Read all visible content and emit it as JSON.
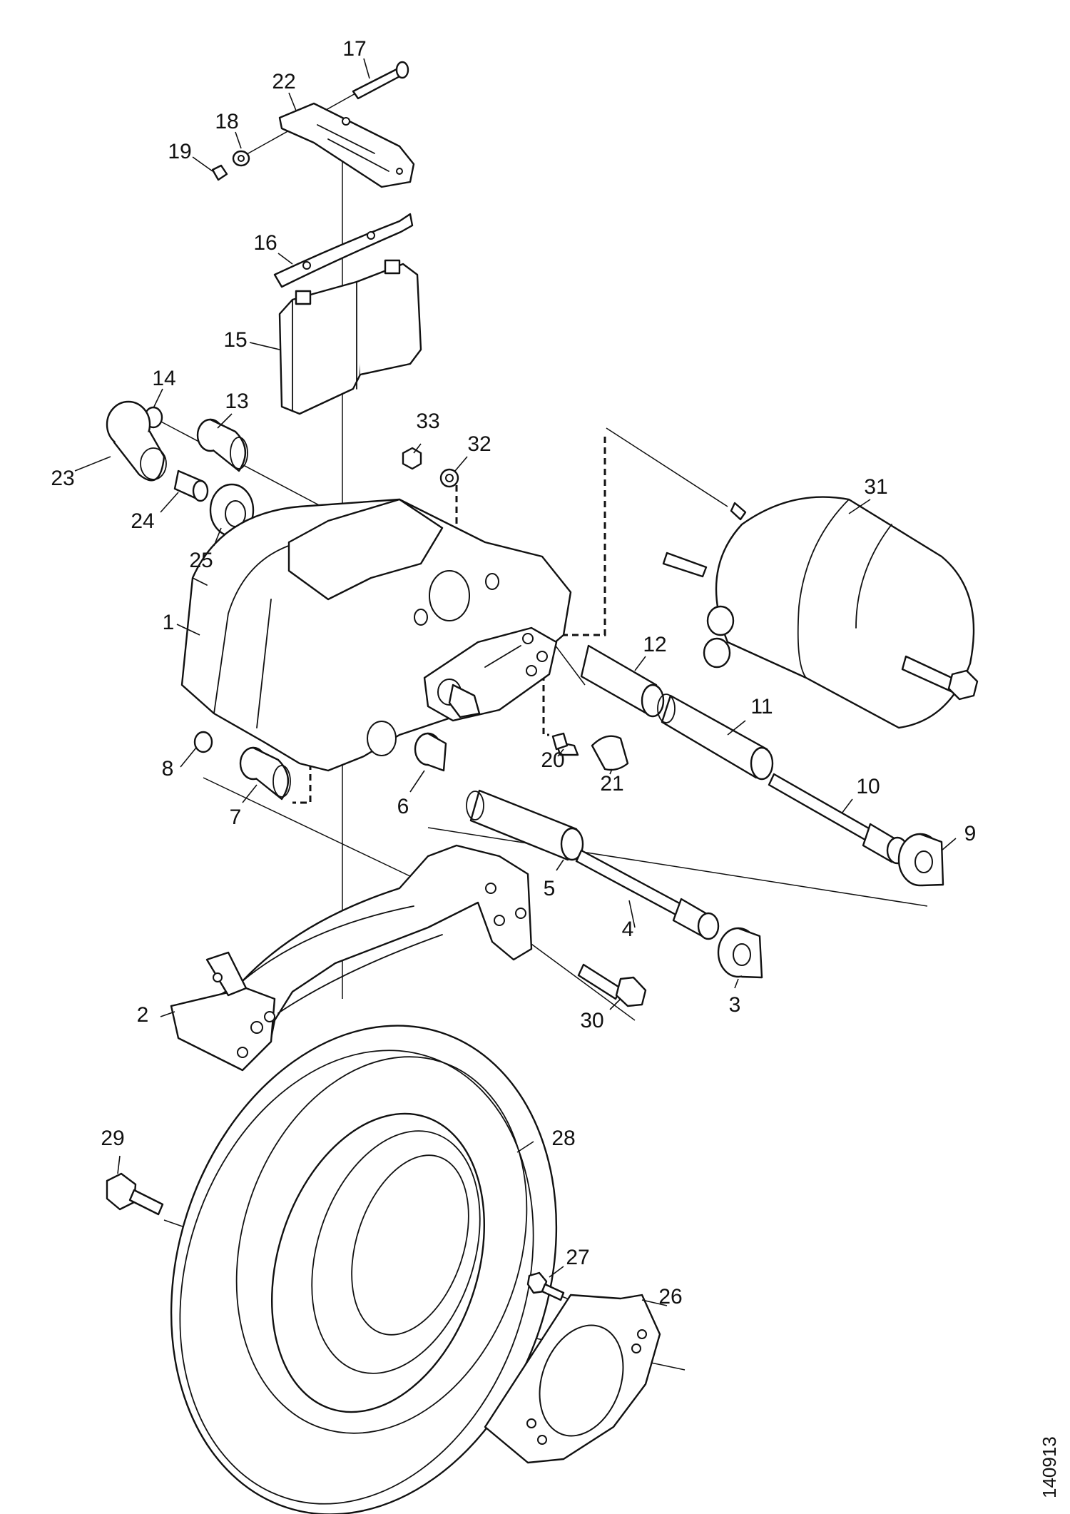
{
  "figure": {
    "reference_number": "140913",
    "callouts": [
      {
        "id": "c1",
        "label": "1"
      },
      {
        "id": "c2",
        "label": "2"
      },
      {
        "id": "c3",
        "label": "3"
      },
      {
        "id": "c4",
        "label": "4"
      },
      {
        "id": "c5",
        "label": "5"
      },
      {
        "id": "c6",
        "label": "6"
      },
      {
        "id": "c7",
        "label": "7"
      },
      {
        "id": "c8",
        "label": "8"
      },
      {
        "id": "c9",
        "label": "9"
      },
      {
        "id": "c10",
        "label": "10"
      },
      {
        "id": "c11",
        "label": "11"
      },
      {
        "id": "c12",
        "label": "12"
      },
      {
        "id": "c13",
        "label": "13"
      },
      {
        "id": "c14",
        "label": "14"
      },
      {
        "id": "c15",
        "label": "15"
      },
      {
        "id": "c16",
        "label": "16"
      },
      {
        "id": "c17",
        "label": "17"
      },
      {
        "id": "c18",
        "label": "18"
      },
      {
        "id": "c19",
        "label": "19"
      },
      {
        "id": "c20",
        "label": "20"
      },
      {
        "id": "c21",
        "label": "21"
      },
      {
        "id": "c22",
        "label": "22"
      },
      {
        "id": "c23",
        "label": "23"
      },
      {
        "id": "c24",
        "label": "24"
      },
      {
        "id": "c25",
        "label": "25"
      },
      {
        "id": "c26",
        "label": "26"
      },
      {
        "id": "c27",
        "label": "27"
      },
      {
        "id": "c28",
        "label": "28"
      },
      {
        "id": "c29",
        "label": "29"
      },
      {
        "id": "c30",
        "label": "30"
      },
      {
        "id": "c31",
        "label": "31"
      },
      {
        "id": "c32",
        "label": "32"
      },
      {
        "id": "c33",
        "label": "33"
      }
    ]
  }
}
